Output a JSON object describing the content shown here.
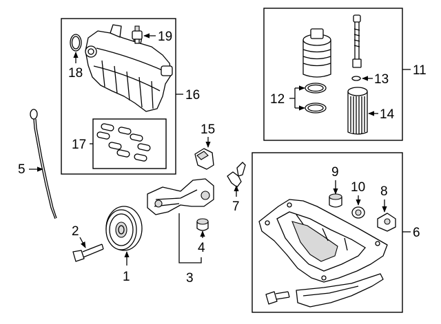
{
  "callouts": {
    "c1": "1",
    "c2": "2",
    "c3": "3",
    "c4": "4",
    "c5": "5",
    "c6": "6",
    "c7": "7",
    "c8": "8",
    "c9": "9",
    "c10": "10",
    "c11": "11",
    "c12": "12",
    "c13": "13",
    "c14": "14",
    "c15": "15",
    "c16": "16",
    "c17": "17",
    "c18": "18",
    "c19": "19"
  },
  "colors": {
    "line": "#000000",
    "background": "#ffffff",
    "shade": "#d9d9d9"
  }
}
